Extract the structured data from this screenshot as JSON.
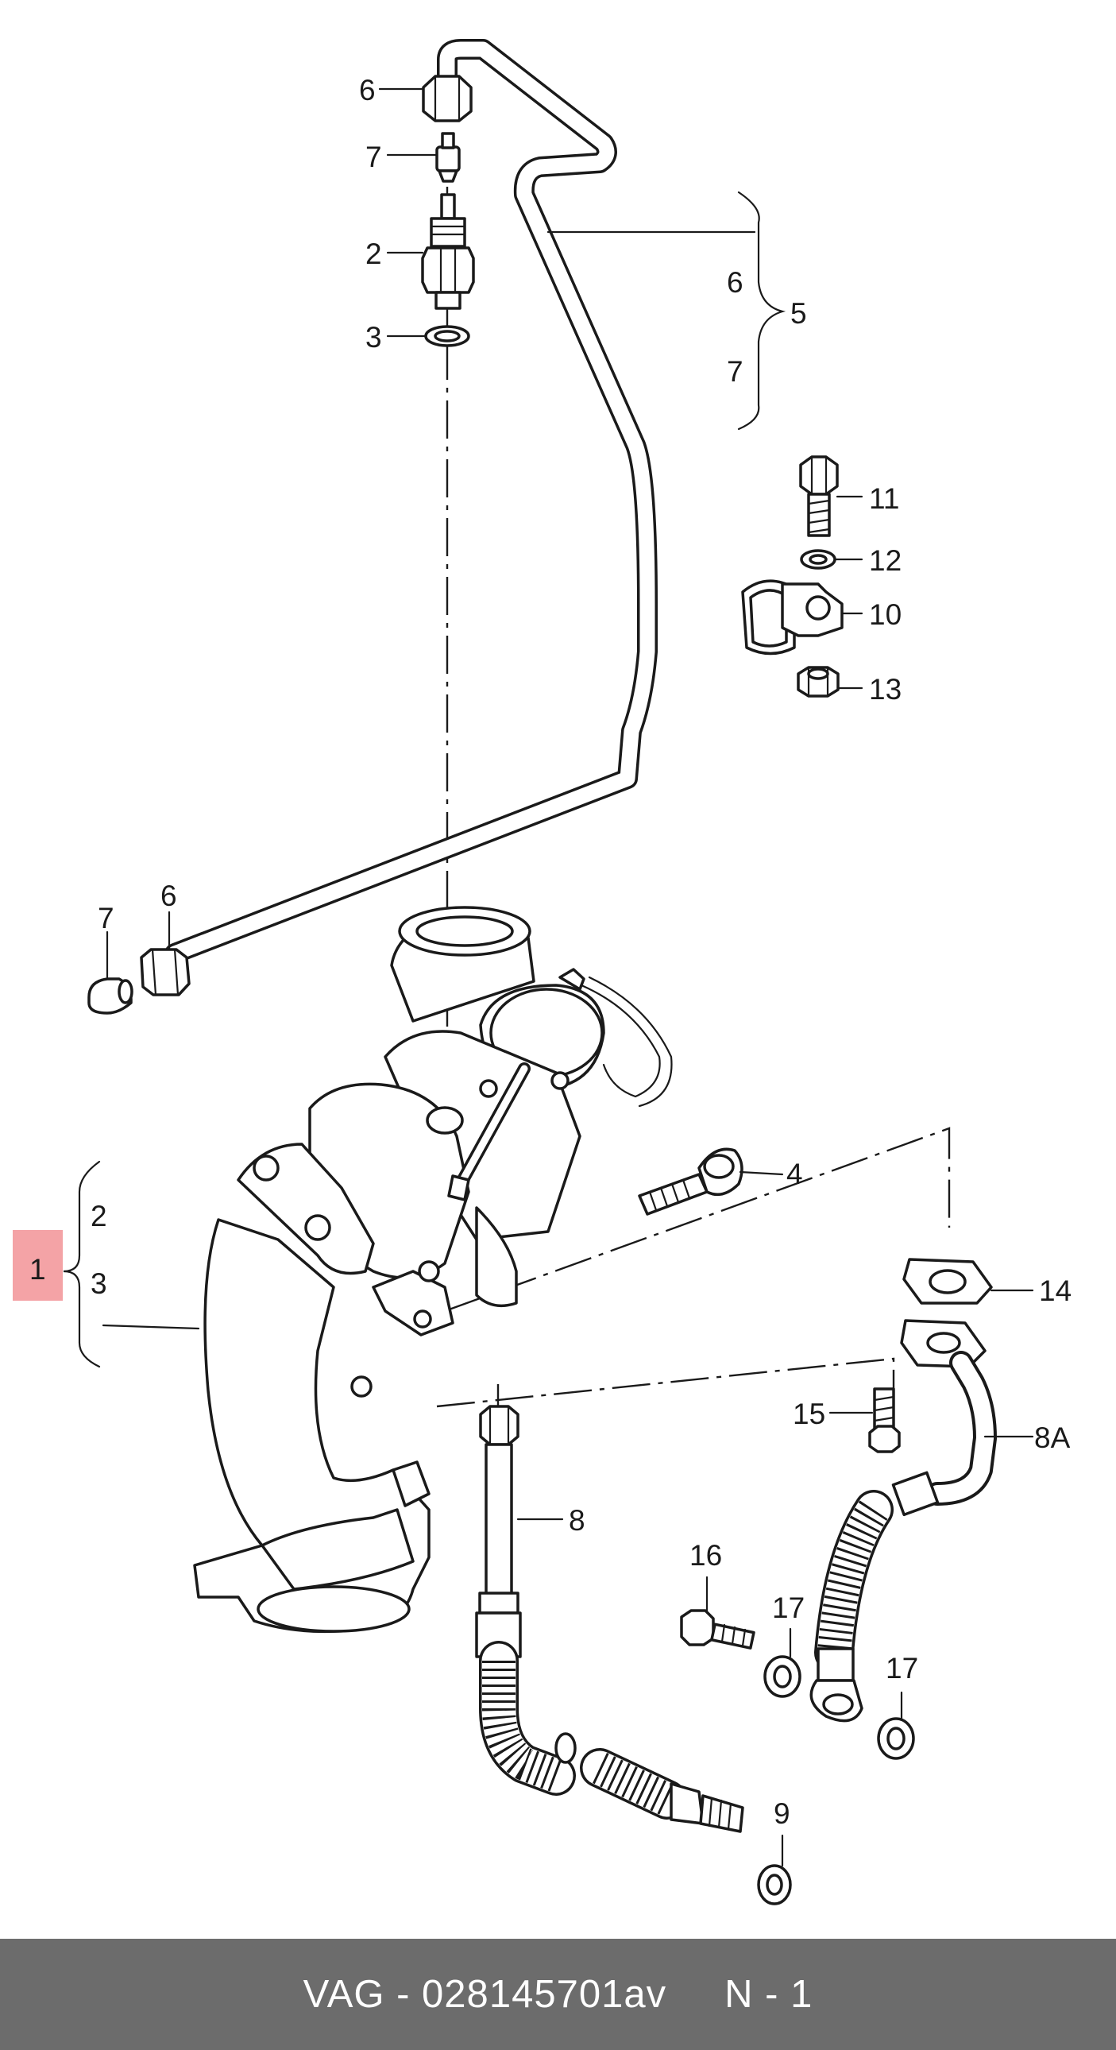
{
  "callouts": {
    "n1": "1",
    "n2a": "2",
    "n3a": "3",
    "n6top": "6",
    "n7top": "7",
    "n2top": "2",
    "n3top": "3",
    "n6b": "6",
    "n5": "5",
    "n7b": "7",
    "n11": "11",
    "n12": "12",
    "n10": "10",
    "n13": "13",
    "n7left": "7",
    "n6left": "6",
    "n4": "4",
    "n14": "14",
    "n15": "15",
    "n8A": "8A",
    "n8": "8",
    "n16": "16",
    "n17a": "17",
    "n17b": "17",
    "n9": "9"
  },
  "highlight": {
    "part": "1",
    "color": "#f4a3a6"
  },
  "footer": {
    "text": "VAG - 028145701av     N - 1",
    "background": "#6c6c6c"
  }
}
